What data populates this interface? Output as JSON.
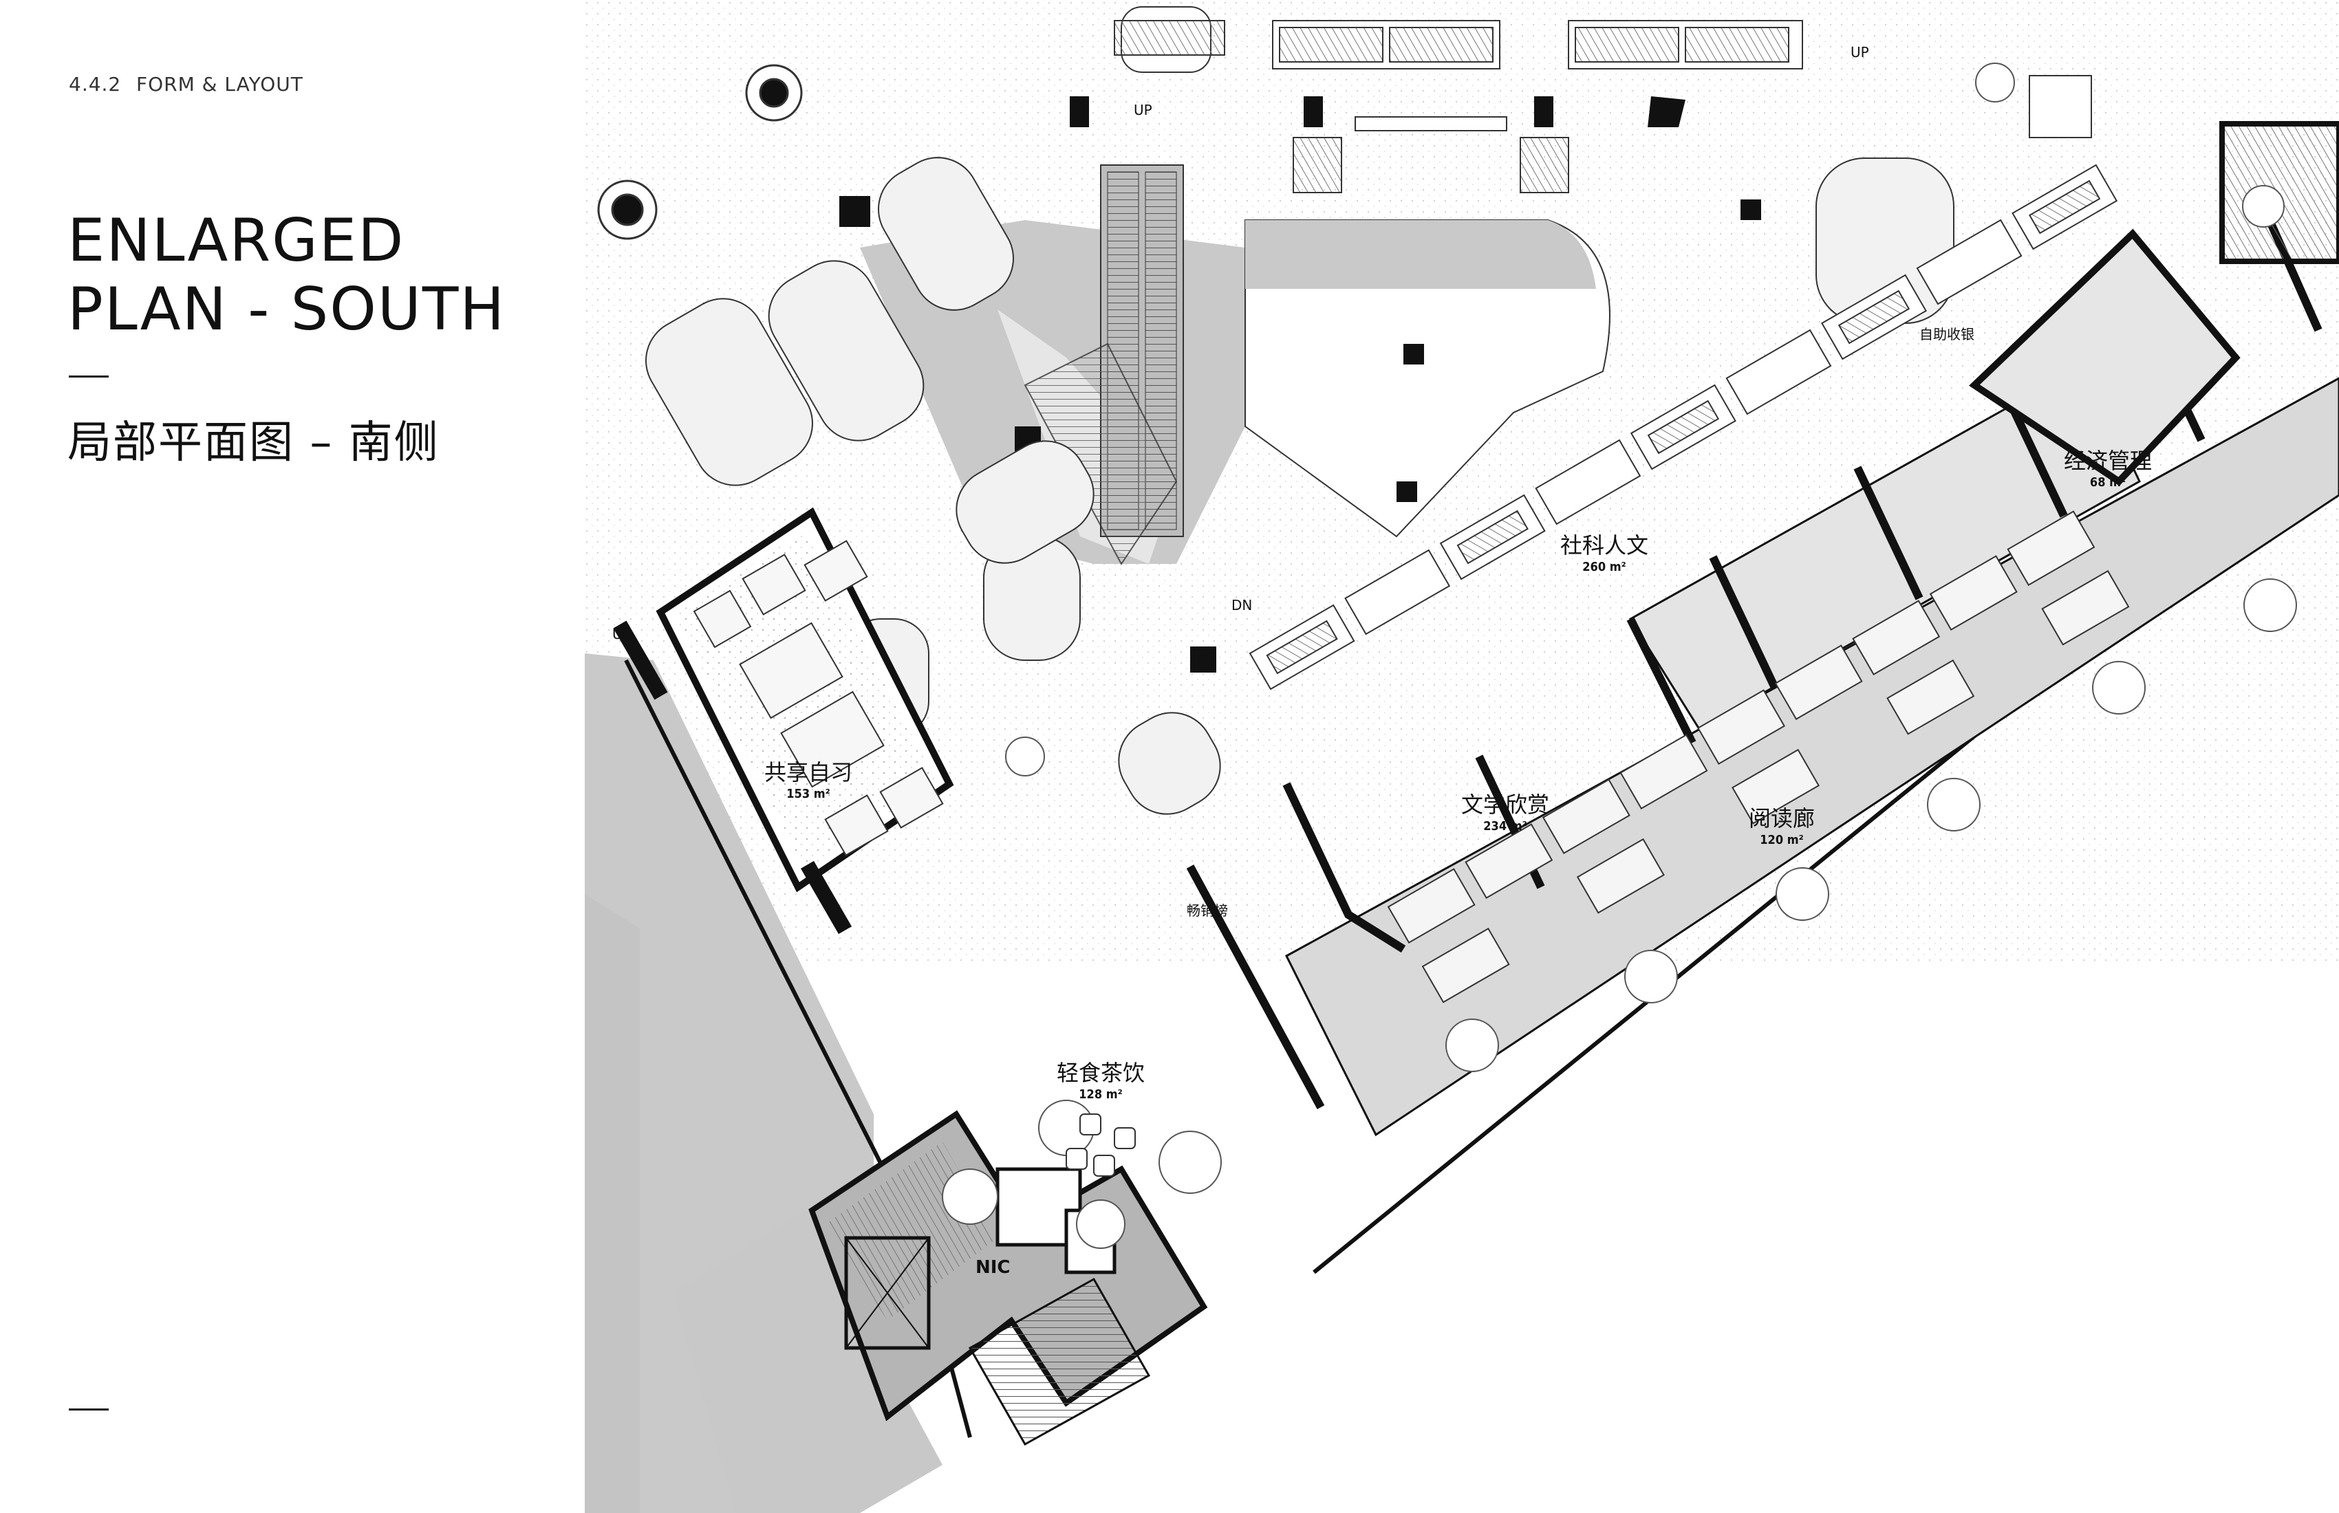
{
  "header": {
    "section_number": "4.4.2",
    "section_name": "FORM & LAYOUT",
    "title_line1": "ENLARGED",
    "title_line2": "PLAN - SOUTH",
    "subtitle_cn": "局部平面图 – 南侧"
  },
  "plan": {
    "rooms": [
      {
        "name": "共享自习",
        "area": "153 m²"
      },
      {
        "name": "社科人文",
        "area": "260 m²"
      },
      {
        "name": "经济管理",
        "area": "68 m²"
      },
      {
        "name": "文学欣赏",
        "area": "234 m²"
      },
      {
        "name": "阅读廊",
        "area": "120 m²"
      },
      {
        "name": "轻食茶饮",
        "area": "128 m²"
      }
    ],
    "small_labels": {
      "self_checkout": "自助收银",
      "bestseller": "畅销榜",
      "nic": "NIC",
      "up_1": "UP",
      "up_2": "UP",
      "up_3": "UP",
      "dn": "DN"
    }
  },
  "colors": {
    "background": "#ffffff",
    "dark_ground": "#c9c9c9",
    "room_fill": "#d9d9d9",
    "wall": "#111111"
  }
}
